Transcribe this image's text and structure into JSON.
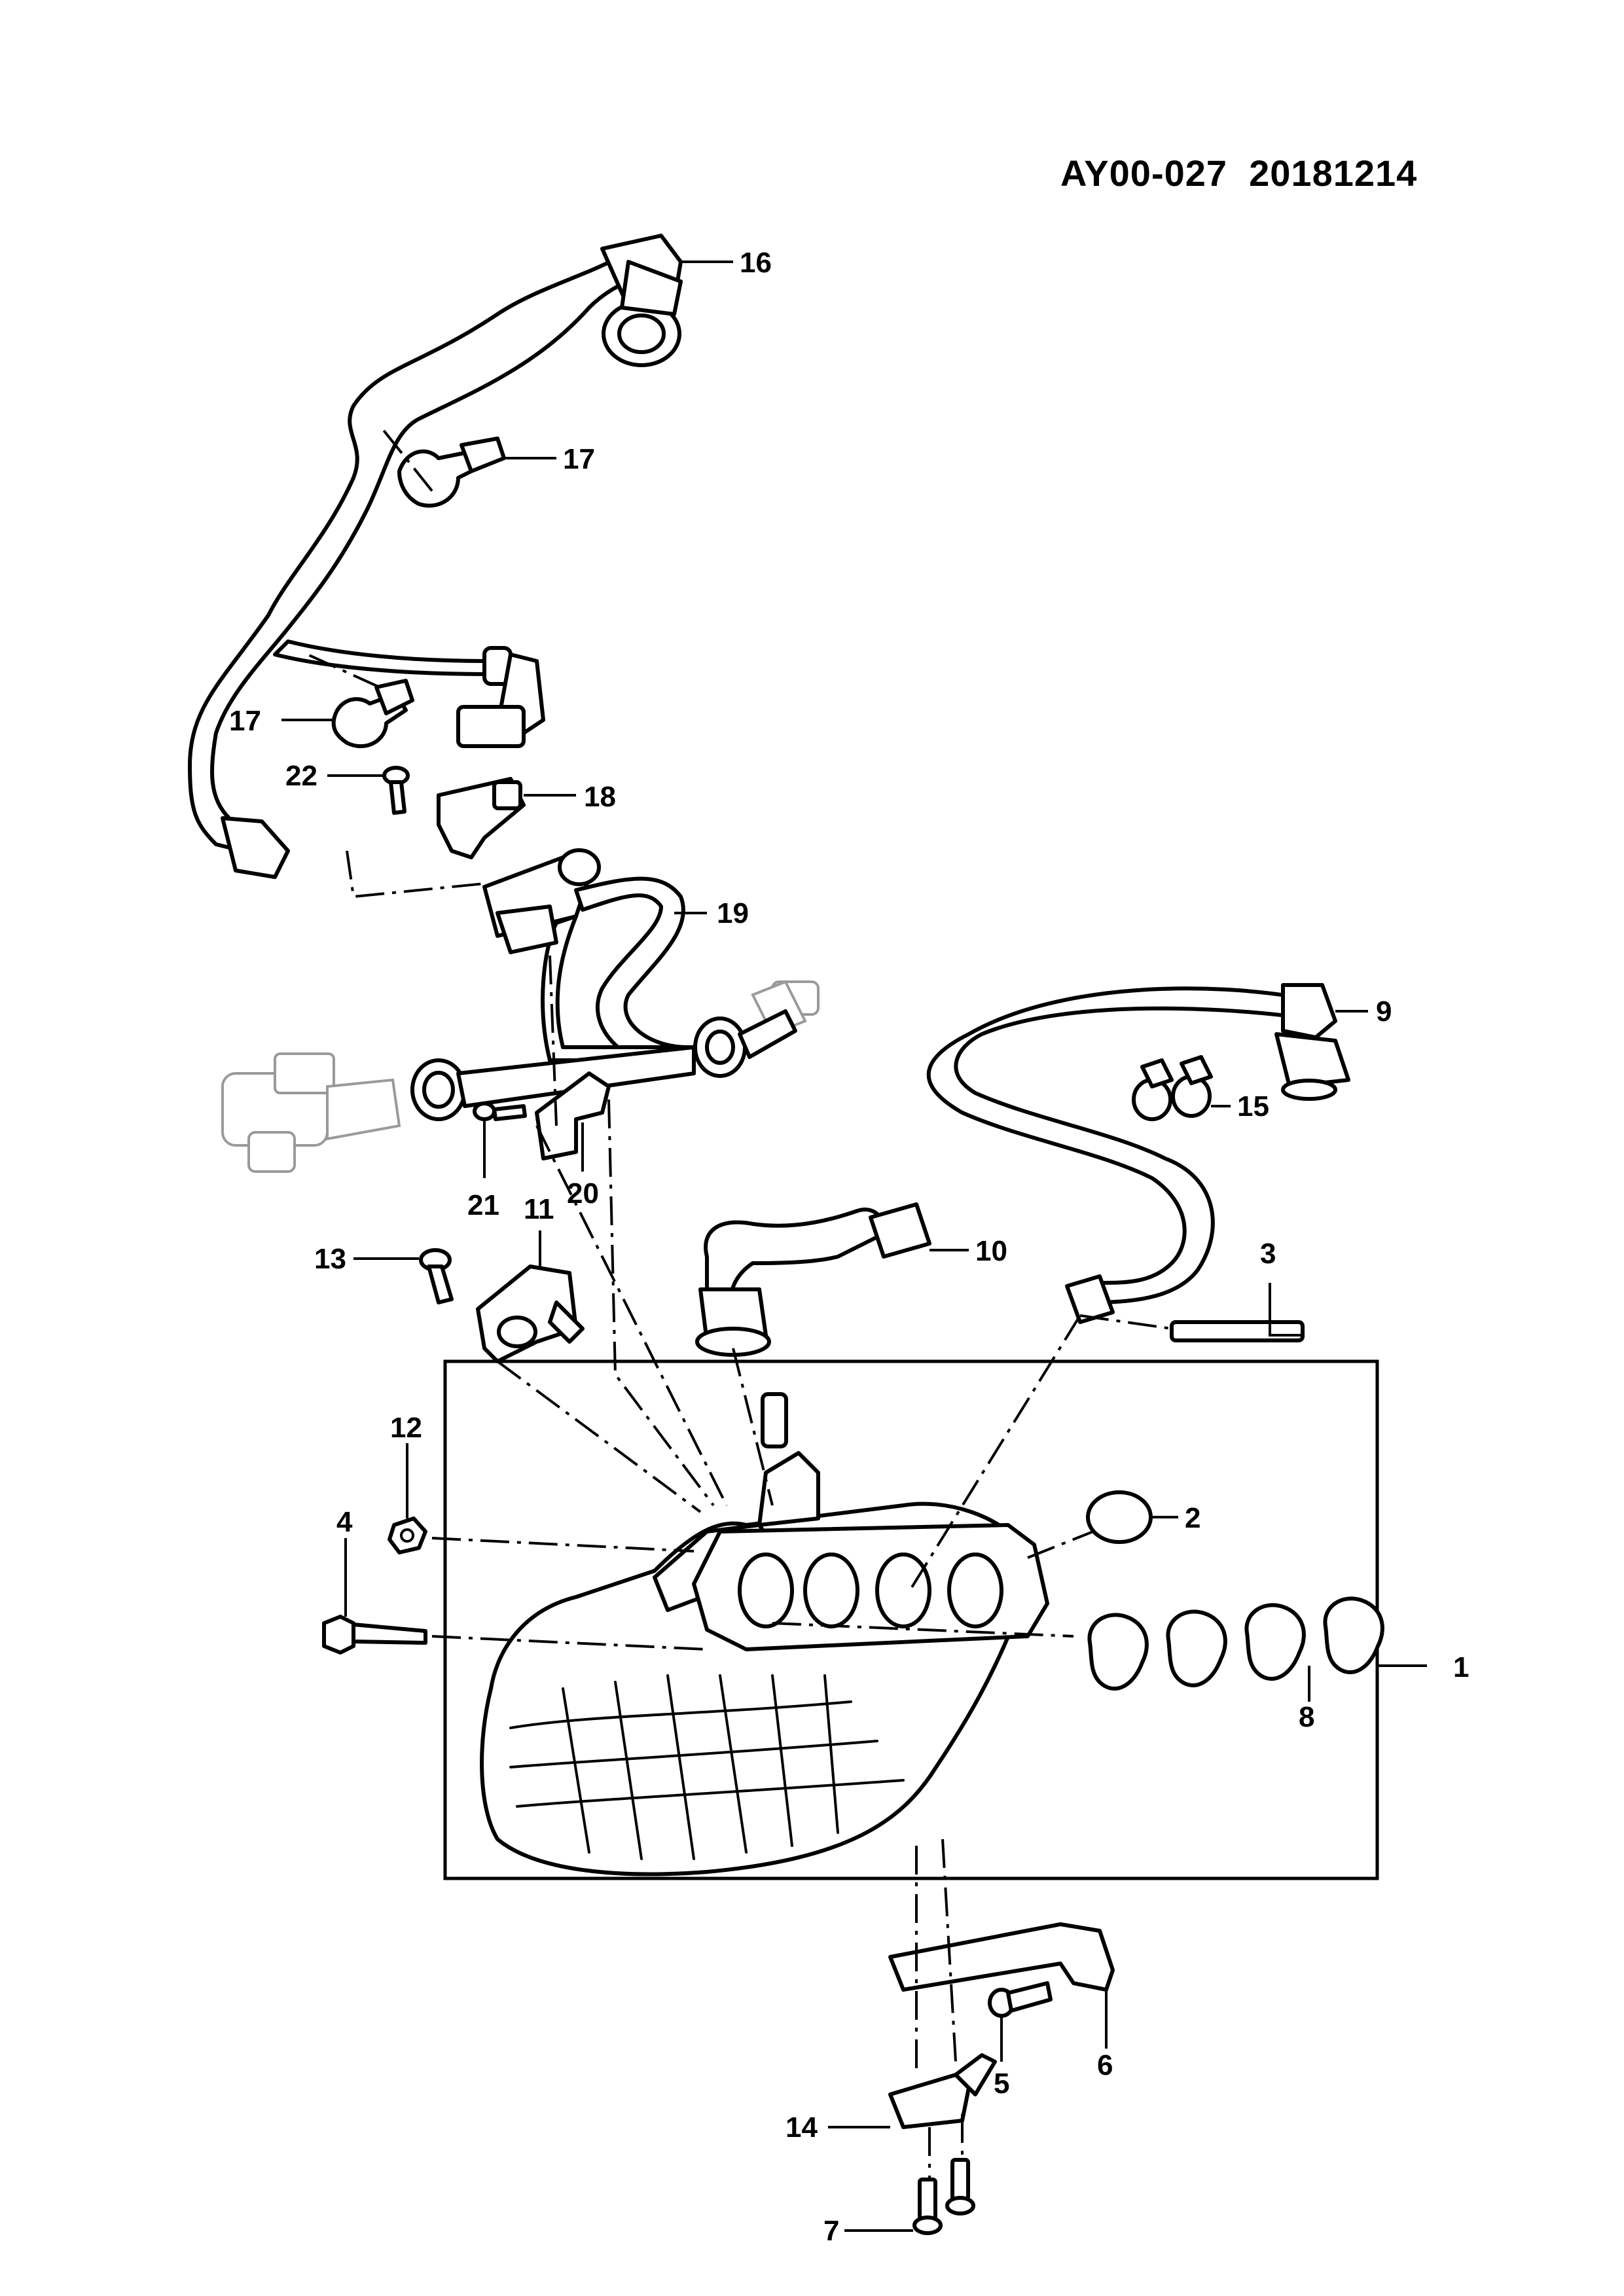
{
  "header": {
    "reference": "AY00-027  20181214"
  },
  "callouts": [
    {
      "id": "c1",
      "label": "1"
    },
    {
      "id": "c2",
      "label": "2"
    },
    {
      "id": "c3",
      "label": "3"
    },
    {
      "id": "c4",
      "label": "4"
    },
    {
      "id": "c5",
      "label": "5"
    },
    {
      "id": "c6",
      "label": "6"
    },
    {
      "id": "c7",
      "label": "7"
    },
    {
      "id": "c8",
      "label": "8"
    },
    {
      "id": "c9",
      "label": "9"
    },
    {
      "id": "c10",
      "label": "10"
    },
    {
      "id": "c11",
      "label": "11"
    },
    {
      "id": "c12",
      "label": "12"
    },
    {
      "id": "c13",
      "label": "13"
    },
    {
      "id": "c14",
      "label": "14"
    },
    {
      "id": "c15",
      "label": "15"
    },
    {
      "id": "c16",
      "label": "16"
    },
    {
      "id": "c17a",
      "label": "17"
    },
    {
      "id": "c17b",
      "label": "17"
    },
    {
      "id": "c18",
      "label": "18"
    },
    {
      "id": "c19",
      "label": "19"
    },
    {
      "id": "c20",
      "label": "20"
    },
    {
      "id": "c21",
      "label": "21"
    },
    {
      "id": "c22",
      "label": "22"
    }
  ]
}
